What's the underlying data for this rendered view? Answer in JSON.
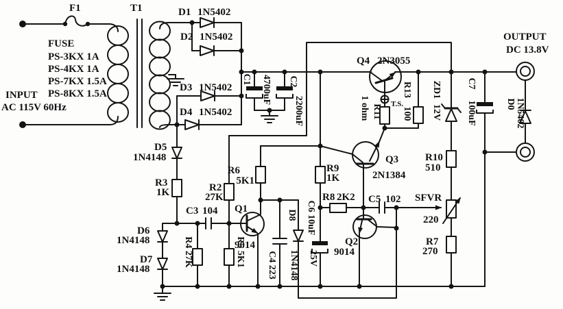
{
  "labels": {
    "f1": "F1",
    "t1": "T1",
    "fuse": "FUSE",
    "ps3": "PS-3KX 1A",
    "ps4": "PS-4KX 1A",
    "ps7": "PS-7KX 1.5A",
    "ps8": "PS-8KX 1.5A",
    "input": "INPUT",
    "ac": "AC 115V 60Hz",
    "d1": "D1",
    "d1v": "1N5402",
    "d2": "D2",
    "d2v": "1N5402",
    "d3": "D3",
    "d3v": "1N5402",
    "d4": "D4",
    "d4v": "1N5402",
    "c1": "C1",
    "c1v": "4700uF",
    "c2": "C2",
    "c2v": "2200uF",
    "q4": "Q4",
    "q4v": "2N3055",
    "ts": "T.S.",
    "r11": "R11",
    "r11v": "1 ohm",
    "r13": "R13",
    "r13v": "100",
    "zd1": "ZD1",
    "zd1v": "12V",
    "c7": "C7",
    "c7v": "100uF",
    "d0": "D0",
    "d0v": "1N5402",
    "output": "OUTPUT",
    "outv": "DC 13.8V",
    "d5": "D5",
    "d5v": "1N4148",
    "r3": "R3",
    "r3v": "1K",
    "d6": "D6",
    "d6v": "1N4148",
    "d7": "D7",
    "d7v": "1N4148",
    "r4": "R4 27K",
    "c3": "C3",
    "c3v": "104",
    "r2": "R2",
    "r2v": "27K",
    "r5": "R5 5K1",
    "q1": "Q1",
    "q1v": "9014",
    "r6": "R6",
    "r6v": "5K1",
    "c4": "C4 223",
    "d8": "D8",
    "d8v": "1N4148",
    "r9": "R9",
    "r9v": "1K",
    "r8": "R8",
    "r8v": "2K2",
    "c6": "C6 10uF",
    "c6v": "25V",
    "q2": "Q2",
    "q2v": "9014",
    "q3": "Q3",
    "q3v": "2N1384",
    "c5": "C5",
    "c5v": "102",
    "sfvr": "SFVR",
    "sfvrv": "220",
    "r10": "R10",
    "r10v": "510",
    "r7": "R7",
    "r7v": "270"
  }
}
